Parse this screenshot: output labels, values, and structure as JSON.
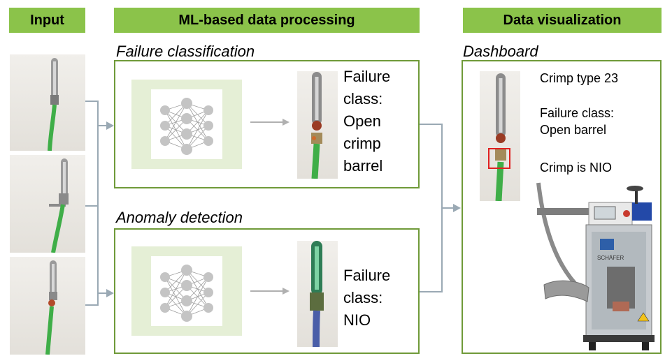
{
  "headers": {
    "input": "Input",
    "processing": "ML-based data processing",
    "visualization": "Data visualization"
  },
  "sections": {
    "failure_classification": "Failure classification",
    "anomaly_detection": "Anomaly detection",
    "dashboard": "Dashboard"
  },
  "classification_result": [
    "Failure",
    "class:",
    "Open",
    "crimp",
    "barrel"
  ],
  "anomaly_result": [
    "Failure",
    "class:",
    "NIO"
  ],
  "dashboard": {
    "crimp_type": "Crimp type 23",
    "failure_line1": "Failure class:",
    "failure_line2": "Open barrel",
    "status": "Crimp is NIO",
    "machine_brand": "SCHÄFER"
  },
  "colors": {
    "header_green": "#8bc34a",
    "panel_border": "#6f9a39",
    "nn_background": "#e5efd6",
    "wire_green": "#3fae48",
    "arrow": "#9aa9b4",
    "highlight_box": "#e02020"
  }
}
